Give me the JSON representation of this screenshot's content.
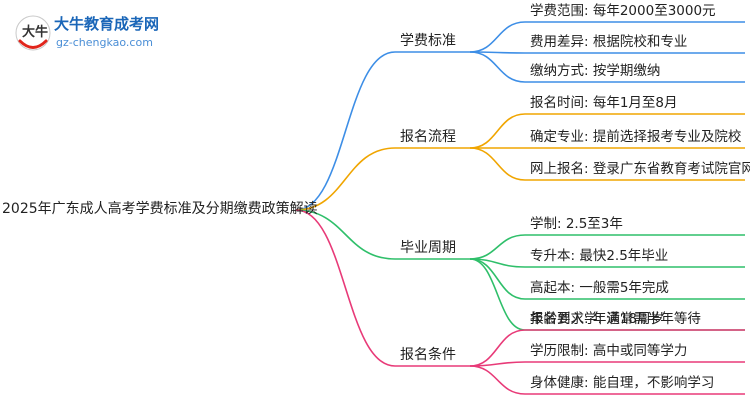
{
  "logo": {
    "name": "大牛教育成考网",
    "url": "gz-chengkao.com",
    "mark_text": "大牛"
  },
  "root": "2025年广东成人高考学费标准及分期缴费政策解读",
  "branches": [
    {
      "label": "学费标准",
      "color": "#3d8ee6",
      "leaves": [
        "学费范围: 每年2000至3000元",
        "费用差异: 根据院校和专业",
        "缴纳方式: 按学期缴纳"
      ]
    },
    {
      "label": "报名流程",
      "color": "#f0a500",
      "leaves": [
        "报名时间: 每年1月至8月",
        "确定专业: 提前选择报考专业及院校",
        "网上报名: 登录广东省教育考试院官网"
      ]
    },
    {
      "label": "毕业周期",
      "color": "#2fbf6a",
      "leaves": [
        "学制: 2.5至3年",
        "专升本: 最快2.5年毕业",
        "高起本: 一般需5年完成",
        "报名到入学: 通常需半年等待"
      ]
    },
    {
      "label": "报名条件",
      "color": "#e83a78",
      "leaves": [
        "年龄要求: 年满18周岁",
        "学历限制: 高中或同等学力",
        "身体健康: 能自理，不影响学习"
      ]
    }
  ]
}
